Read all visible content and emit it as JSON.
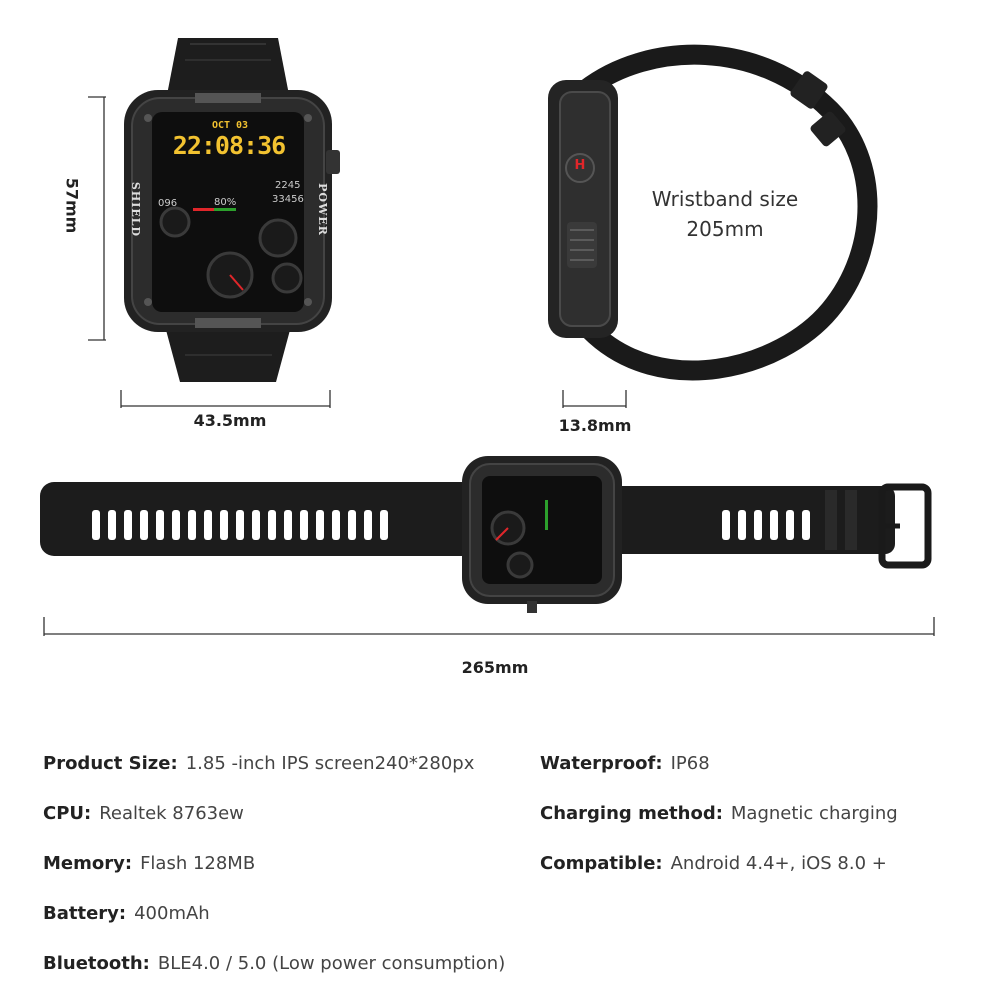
{
  "dimensions": {
    "height": "57mm",
    "width": "43.5mm",
    "thickness": "13.8mm",
    "length": "265mm"
  },
  "wristband": {
    "line1": "Wristband size",
    "line2": "205mm"
  },
  "watch_face": {
    "date": "OCT 03",
    "time": "22:08:36",
    "brand_left": "SHIELD",
    "brand_right": "POWER",
    "num1": "096",
    "num2": "80%",
    "num3": "2245",
    "num4": "33456",
    "side_button_letter": "H"
  },
  "specs": {
    "product_size": {
      "key": "Product Size:",
      "value": "1.85 -inch IPS screen240*280px"
    },
    "cpu": {
      "key": "CPU:",
      "value": "Realtek 8763ew"
    },
    "memory": {
      "key": "Memory:",
      "value": "Flash 128MB"
    },
    "battery": {
      "key": "Battery:",
      "value": "400mAh"
    },
    "bluetooth": {
      "key": "Bluetooth:",
      "value": "BLE4.0 / 5.0  (Low power consumption)"
    },
    "waterproof": {
      "key": "Waterproof:",
      "value": "IP68"
    },
    "charging": {
      "key": "Charging method:",
      "value": "Magnetic charging"
    },
    "compatible": {
      "key": "Compatible:",
      "value": "Android 4.4+, iOS 8.0 +"
    }
  },
  "colors": {
    "body": "#1c1c1c",
    "screen": "#0e0e0e",
    "digits": "#f2c230",
    "accent_red": "#e0262a",
    "dim_line": "#333333"
  }
}
